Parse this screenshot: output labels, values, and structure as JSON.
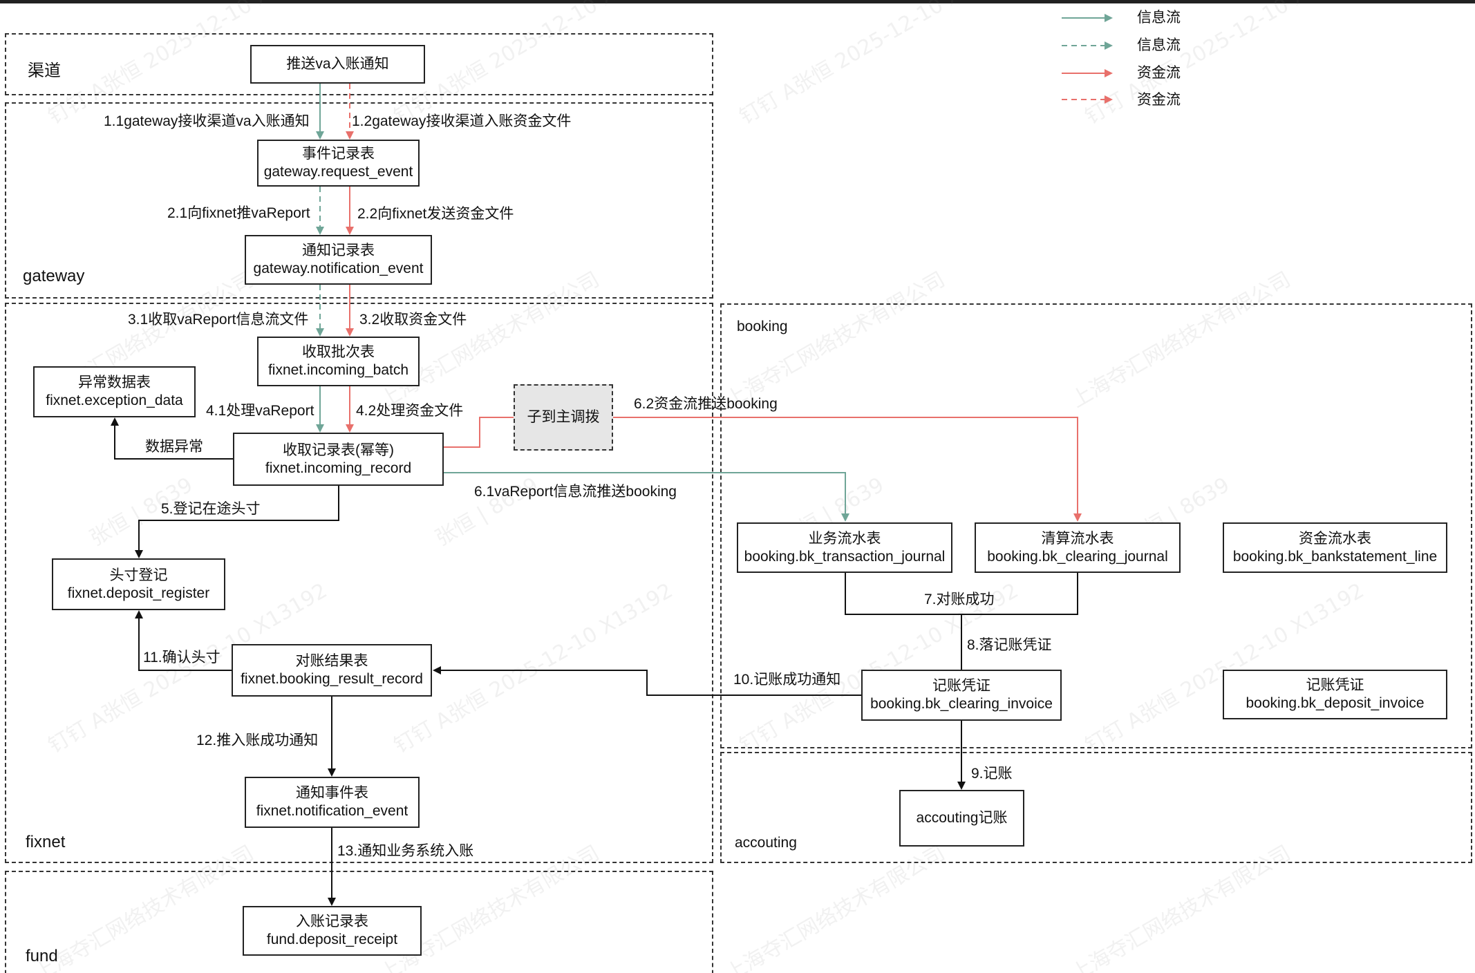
{
  "legend": {
    "items": [
      {
        "label": "信息流",
        "color": "#6fa597",
        "style": "solid"
      },
      {
        "label": "信息流",
        "color": "#6fa597",
        "style": "dashed"
      },
      {
        "label": "资金流",
        "color": "#e8706b",
        "style": "solid"
      },
      {
        "label": "资金流",
        "color": "#e8706b",
        "style": "dashed"
      }
    ]
  },
  "colors": {
    "info": "#6fa597",
    "fund": "#e8706b",
    "black": "#111111"
  },
  "lanes": {
    "channel": "渠道",
    "gateway": "gateway",
    "fixnet": "fixnet",
    "fund": "fund",
    "booking": "booking",
    "accouting": "accouting"
  },
  "nodes": {
    "push_va": [
      "推送va入账通知"
    ],
    "request_event": [
      "事件记录表",
      "gateway.request_event"
    ],
    "notification_event_gw": [
      "通知记录表",
      "gateway.notification_event"
    ],
    "incoming_batch": [
      "收取批次表",
      "fixnet.incoming_batch"
    ],
    "exception_data": [
      "异常数据表",
      "fixnet.exception_data"
    ],
    "incoming_record": [
      "收取记录表(幂等)",
      "fixnet.incoming_record"
    ],
    "sub_to_main": [
      "子到主调拨"
    ],
    "deposit_register": [
      "头寸登记",
      "fixnet.deposit_register"
    ],
    "booking_result_record": [
      "对账结果表",
      "fixnet.booking_result_record"
    ],
    "notification_event_fx": [
      "通知事件表",
      "fixnet.notification_event"
    ],
    "deposit_receipt": [
      "入账记录表",
      "fund.deposit_receipt"
    ],
    "transaction_journal": [
      "业务流水表",
      "booking.bk_transaction_journal"
    ],
    "clearing_journal": [
      "清算流水表",
      "booking.bk_clearing_journal"
    ],
    "bankstatement_line": [
      "资金流水表",
      "booking.bk_bankstatement_line"
    ],
    "clearing_invoice": [
      "记账凭证",
      "booking.bk_clearing_invoice"
    ],
    "deposit_invoice": [
      "记账凭证",
      "booking.bk_deposit_invoice"
    ],
    "accouting_post": [
      "accouting记账"
    ]
  },
  "edge_labels": {
    "e1_1": "1.1gateway接收渠道va入账通知",
    "e1_2": "1.2gateway接收渠道入账资金文件",
    "e2_1": "2.1向fixnet推vaReport",
    "e2_2": "2.2向fixnet发送资金文件",
    "e3_1": "3.1收取vaReport信息流文件",
    "e3_2": "3.2收取资金文件",
    "e4_1": "4.1处理vaReport",
    "e4_2": "4.2处理资金文件",
    "data_exception": "数据异常",
    "e5": "5.登记在途头寸",
    "e6_1": "6.1vaReport信息流推送booking",
    "e6_2": "6.2资金流推送booking",
    "e7": "7.对账成功",
    "e8": "8.落记账凭证",
    "e9": "9.记账",
    "e10": "10.记账成功通知",
    "e11": "11.确认头寸",
    "e12": "12.推入账成功通知",
    "e13": "13.通知业务系统入账"
  },
  "watermarks": [
    "钉钉 A张恒 2025-12-10 X13192",
    "上海夺汇网络技术有限公司",
    "张恒 | 8639"
  ]
}
